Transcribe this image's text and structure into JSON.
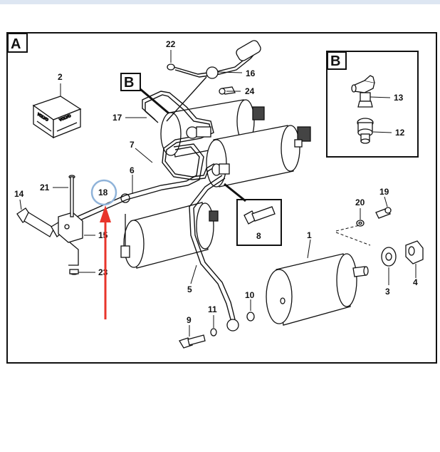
{
  "diagram": {
    "section_a": "A",
    "section_b": "B",
    "inset_b": "B",
    "logo_text": "VOLVO",
    "parts": {
      "p1": "1",
      "p2": "2",
      "p3": "3",
      "p4": "4",
      "p5": "5",
      "p6": "6",
      "p7": "7",
      "p8": "8",
      "p9": "9",
      "p10": "10",
      "p11": "11",
      "p12": "12",
      "p13": "13",
      "p14": "14",
      "p15": "15",
      "p16": "16",
      "p17": "17",
      "p18": "18",
      "p19": "19",
      "p20": "20",
      "p21": "21",
      "p22": "22",
      "p23": "23",
      "p24": "24"
    },
    "colors": {
      "line": "#111111",
      "highlight_circle": "#8fb3d9",
      "arrow": "#e8352b",
      "top_strip": "#dde6f2"
    }
  }
}
